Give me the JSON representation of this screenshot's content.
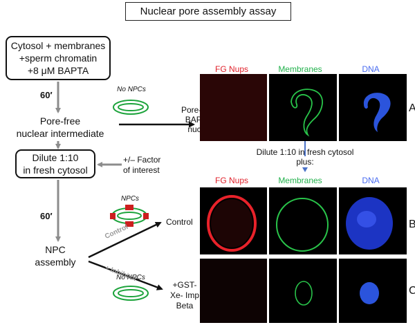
{
  "title": "Nuclear pore assembly assay",
  "flow": {
    "start_box": [
      "Cytosol + membranes",
      "+sperm chromatin",
      "+8 μM BAPTA"
    ],
    "time1": "60′",
    "intermediate": [
      "Pore-free",
      "nuclear intermediate"
    ],
    "dilute_box": [
      "Dilute 1:10",
      "in fresh cytosol"
    ],
    "factor": [
      "+/– Factor",
      "of interest"
    ],
    "time2": "60′",
    "npc_assembly": [
      "NPC",
      "assembly"
    ]
  },
  "labels": {
    "no_npcs_top": "No NPCs",
    "npcs": "NPCs",
    "no_npcs_bottom": "No NPCs",
    "control_arrow": "Control",
    "inhibitor_arrow": "+ Inhibitor",
    "row_a_label": [
      "Pore-free",
      "BAPTA",
      "nuclei"
    ],
    "row_b_label": "Control",
    "row_c_label": [
      "+GST-",
      "Xe- Imp",
      "Beta"
    ],
    "dilute_note": [
      "Dilute 1:10 in fresh cytosol",
      "plus:"
    ]
  },
  "columns_top": [
    "FG Nups",
    "Membranes",
    "DNA"
  ],
  "columns_bottom": [
    "FG Nups",
    "Membranes",
    "DNA"
  ],
  "rows": [
    "A",
    "B",
    "C"
  ],
  "colors": {
    "fg_nups": "#e0202a",
    "membranes": "#22b14c",
    "dna": "#4a6cf0",
    "arrow_gray": "#8c8c8c",
    "pore_red": "#cc1f1f"
  }
}
